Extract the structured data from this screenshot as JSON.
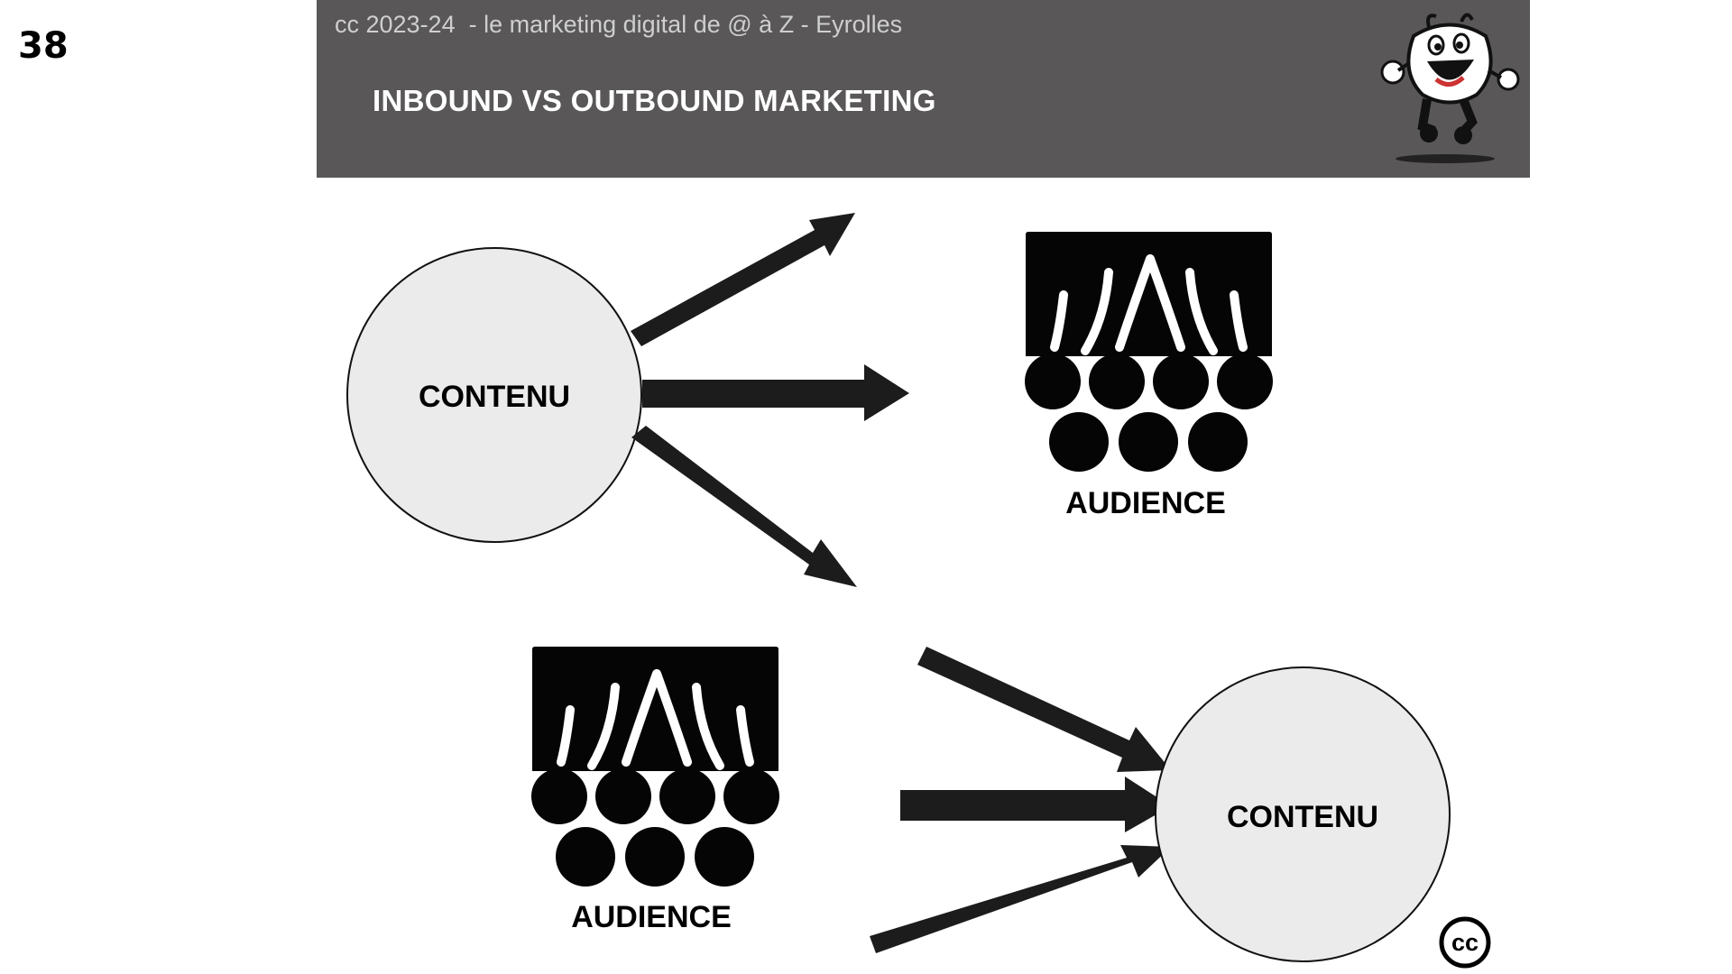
{
  "slide": {
    "page_number": "38",
    "subtitle": "cc 2023-24  - le marketing digital de @ à Z - Eyrolles",
    "title": "INBOUND VS OUTBOUND MARKETING"
  },
  "outbound": {
    "content_label": "CONTENU",
    "audience_label": "AUDIENCE"
  },
  "inbound": {
    "content_label": "CONTENU",
    "audience_label": "AUDIENCE"
  },
  "license": {
    "badge_text": "cc",
    "icon": "creative-commons-icon"
  },
  "mascot": {
    "icon": "running-mascot-icon"
  },
  "colors": {
    "header_bg": "#595758",
    "circle_fill": "#ebebeb",
    "arrow": "#1c1c1c",
    "audience": "#050505"
  }
}
